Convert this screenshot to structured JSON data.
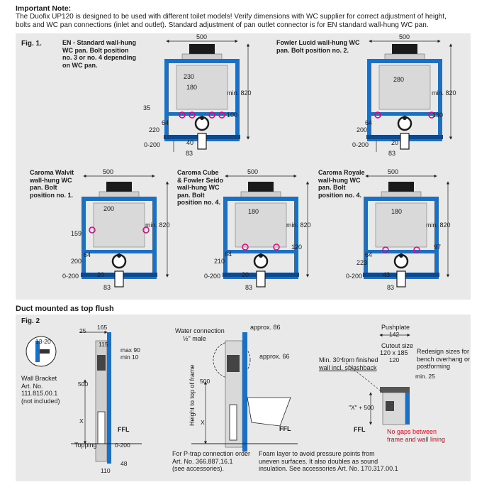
{
  "note": {
    "title": "Important Note:",
    "line1": "The Duofix UP120 is designed to be used with different toilet models!  Verify dimensions with WC supplier for correct adjustment of height,",
    "line2": "bolts and WC pan connections (inlet and outlet).  Standard adjustment of pan outlet connector is for EN standard wall-hung WC pan."
  },
  "fig1": {
    "label": "Fig. 1.",
    "frames": [
      {
        "name": "en",
        "title": [
          "EN - Standard wall-hung",
          "WC pan.  Bolt position",
          "no. 3 or no. 4 depending",
          "on WC pan."
        ],
        "width": "500",
        "inner": "230",
        "bolt": "180",
        "left_a": "35",
        "left_b": "220",
        "left_c": "64",
        "floor": "0-200",
        "bottom": "40",
        "outlet": "83",
        "height": "min. 820",
        "right": "100"
      },
      {
        "name": "fowler-lucid",
        "title": [
          "Fowler Lucid wall-hung WC",
          "pan.  Bolt position no. 2."
        ],
        "width": "500",
        "inner": "280",
        "left_b": "200",
        "left_c": "64",
        "floor": "0-200",
        "bottom": "20",
        "outlet": "83",
        "height": "min. 820",
        "right": "130"
      },
      {
        "name": "caroma-walvit",
        "title": [
          "Caroma Walvit",
          "wall-hung WC",
          "pan.  Bolt",
          "position no. 1."
        ],
        "width": "500",
        "inner": "200",
        "left_a": "159",
        "left_b": "200",
        "left_c": "64",
        "floor": "0-200",
        "bottom": "20",
        "outlet": "83",
        "height": "min. 820"
      },
      {
        "name": "caroma-cube",
        "title": [
          "Caroma Cube",
          "& Fowler Seido",
          "wall-hung WC",
          "pan.  Bolt",
          "position no. 4."
        ],
        "width": "500",
        "inner": "180",
        "left_b": "210",
        "left_c": "64",
        "floor": "0-200",
        "bottom": "20",
        "outlet": "83",
        "height": "min. 820",
        "right": "120"
      },
      {
        "name": "caroma-royale",
        "title": [
          "Caroma Royale",
          "wall-hung WC",
          "pan.  Bolt",
          "position no. 4."
        ],
        "width": "500",
        "inner": "180",
        "left_b": "223",
        "left_c": "64",
        "floor": "0-200",
        "bottom": "43",
        "outlet": "83",
        "height": "min. 820",
        "right": "97"
      }
    ]
  },
  "fig2": {
    "section_title": "Duct mounted as top flush",
    "label": "Fig. 2",
    "bracket_dim": "13-20",
    "wall_bracket": [
      "Wall Bracket",
      "Art. No.",
      "111.815.00.1",
      "(not included)"
    ],
    "left": {
      "d25": "25",
      "d165": "165",
      "d115": "115",
      "max90": "max 90",
      "min10": "min 10",
      "d500": "500",
      "x": "X",
      "ffl": "FFL",
      "topping": "Topping",
      "floor": "0-200",
      "d48": "48",
      "d110": "110"
    },
    "middle": {
      "water1": "Water connection",
      "water2": "½\" male",
      "approx86": "approx. 86",
      "approx66": "approx. 66",
      "height_frame": "Height to top of frame",
      "d500": "500",
      "x": "X",
      "ffl": "FFL",
      "ptrap": [
        "For P-trap connection order",
        "Art. No. 366.887.16.1",
        "(see accessories)."
      ],
      "foam": [
        "Foam layer to avoid pressure points from",
        "uneven surfaces.  It also doubles as sound",
        "insulation.  See  accessories Art. No. 170.317.00.1"
      ]
    },
    "right": {
      "pushplate": "Pushplate",
      "d142": "142",
      "cutout1": "Cutout size",
      "cutout2": "120 x 185",
      "d120": "120",
      "min30": [
        "Min. 30 from finished",
        "wall incl. splashback"
      ],
      "redesign": [
        "Redesign sizes for",
        "bench overhang or",
        "postforming"
      ],
      "min25": "min. 25",
      "x500": "\"X\" + 500",
      "ffl": "FFL",
      "nogaps": [
        "No gaps between",
        "frame and wall lining"
      ]
    }
  },
  "colors": {
    "frame_blue": "#1e6fc0",
    "frame_dark": "#10498a",
    "bolt_magenta": "#e6007e",
    "panel_gray": "#e9e9e9",
    "accent_red": "#e2001a"
  }
}
